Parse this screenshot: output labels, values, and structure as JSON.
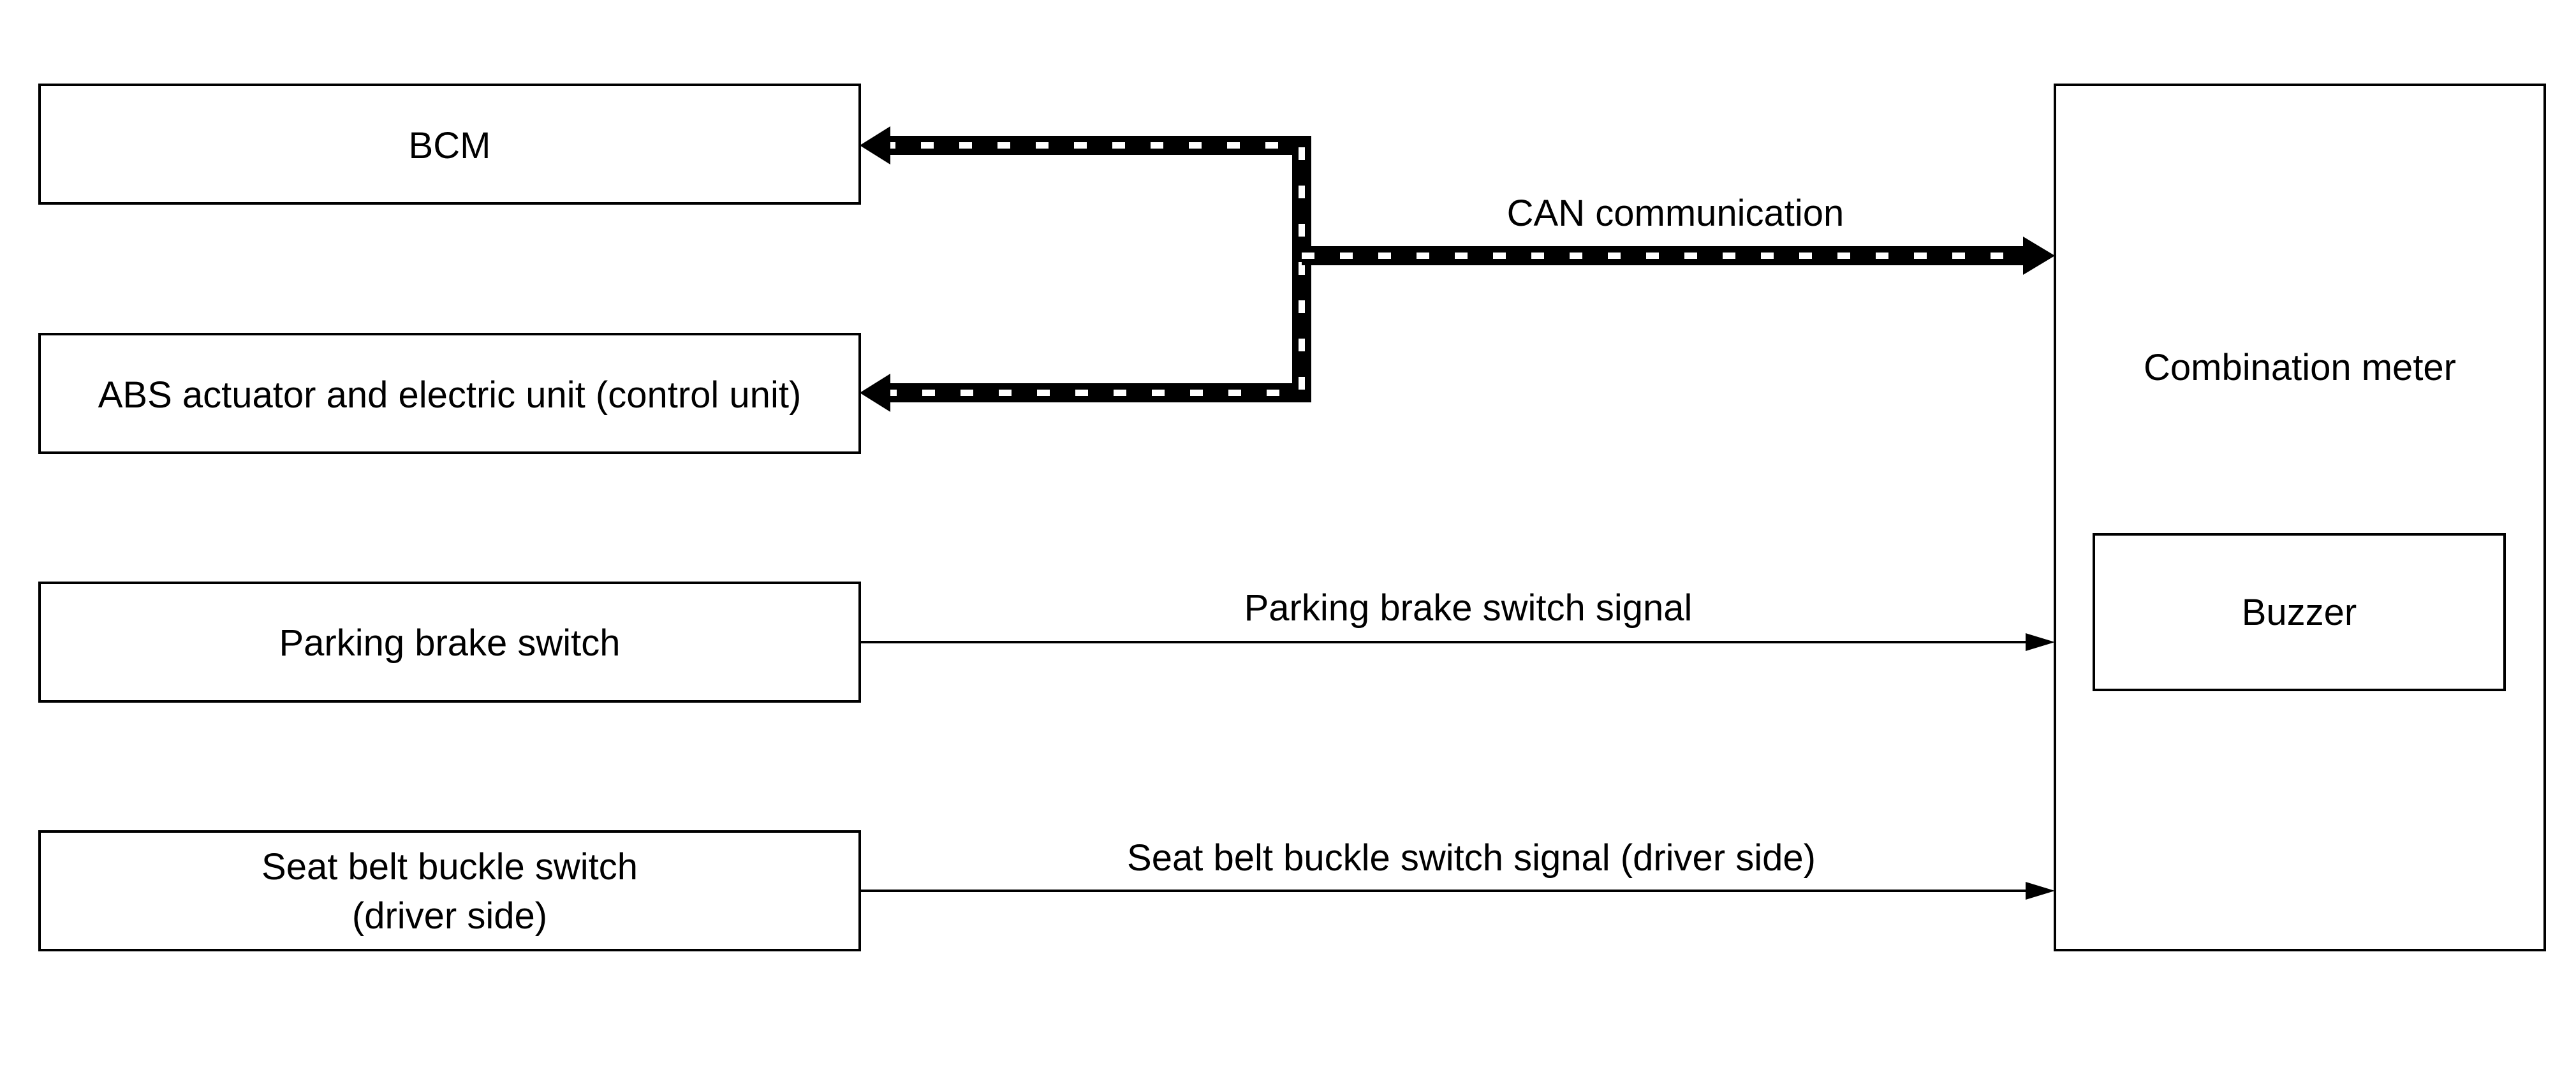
{
  "blocks": {
    "bcm": "BCM",
    "abs": "ABS actuator and electric unit (control unit)",
    "parking_brake_switch": "Parking brake switch",
    "seat_belt_line1": "Seat belt buckle switch",
    "seat_belt_line2": "(driver side)",
    "combination_meter": "Combination meter",
    "buzzer": "Buzzer"
  },
  "connections": {
    "can": "CAN communication",
    "parking_signal": "Parking brake switch signal",
    "seat_belt_signal": "Seat belt buckle switch signal (driver side)"
  },
  "colors": {
    "line": "#000000",
    "background": "#ffffff"
  }
}
